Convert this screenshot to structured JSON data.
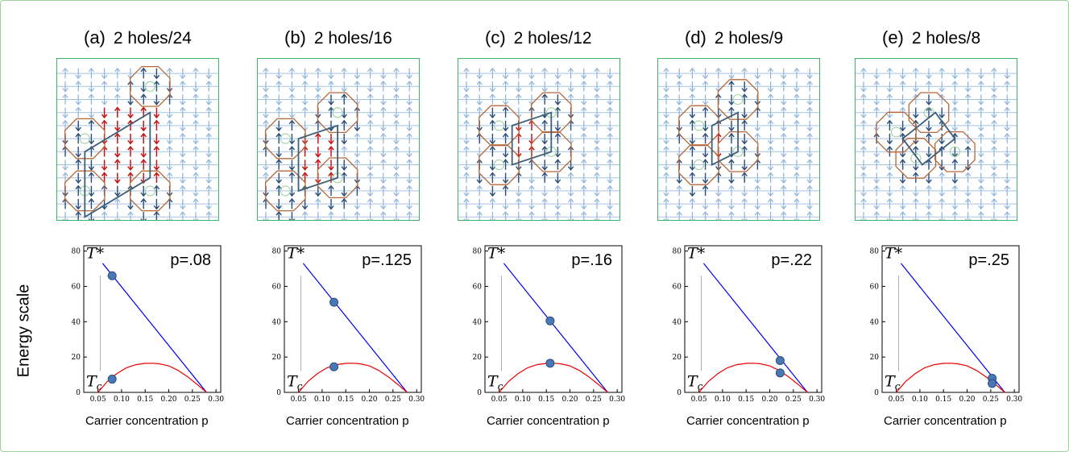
{
  "y_axis_label": "Energy scale",
  "panels": [
    {
      "letter": "(a)",
      "title": "2 holes/24",
      "p_label": "p=.08"
    },
    {
      "letter": "(b)",
      "title": "2 holes/16",
      "p_label": "p=.125"
    },
    {
      "letter": "(c)",
      "title": "2 holes/12",
      "p_label": "p=.16"
    },
    {
      "letter": "(d)",
      "title": "2 holes/9",
      "p_label": "p=.22"
    },
    {
      "letter": "(e)",
      "title": "2 holes/8",
      "p_label": "p=.25"
    }
  ],
  "lattices": [
    {
      "octagons": [
        [
          1.5,
          5.5
        ],
        [
          6.5,
          1.5
        ],
        [
          1.5,
          9.5
        ],
        [
          6.5,
          9.5
        ]
      ],
      "cell": [
        [
          1.5,
          6.5
        ],
        [
          6.5,
          3.5
        ],
        [
          6.5,
          8.5
        ],
        [
          1.5,
          11.5
        ]
      ],
      "red_x": [
        3,
        7
      ],
      "red_y": [
        3,
        8
      ],
      "blue_override": []
    },
    {
      "octagons": [
        [
          1.5,
          5.5
        ],
        [
          5.5,
          3.5
        ],
        [
          1.5,
          9.5
        ],
        [
          5.5,
          8.5
        ]
      ],
      "cell": [
        [
          2.5,
          5.5
        ],
        [
          5.5,
          4.5
        ],
        [
          5.5,
          8.5
        ],
        [
          2.5,
          9.5
        ]
      ],
      "red_x": [
        3,
        5
      ],
      "red_y": [
        5,
        8
      ],
      "blue_override": [
        [
          5,
          3
        ],
        [
          5,
          4
        ]
      ]
    },
    {
      "octagons": [
        [
          2.5,
          4.5
        ],
        [
          6.5,
          3.5
        ],
        [
          2.5,
          7.5
        ],
        [
          6.5,
          6.5
        ]
      ],
      "cell": [
        [
          3.5,
          4.5
        ],
        [
          6.5,
          3.5
        ],
        [
          6.5,
          6.5
        ],
        [
          3.5,
          7.5
        ]
      ],
      "red_x": [
        4,
        5
      ],
      "red_y": [
        4,
        6
      ],
      "blue_override": []
    },
    {
      "octagons": [
        [
          2.5,
          4.5
        ],
        [
          5.5,
          2.5
        ],
        [
          2.5,
          7.5
        ],
        [
          5.5,
          6.5
        ]
      ],
      "cell": [
        [
          3.5,
          4.5
        ],
        [
          5.5,
          3.5
        ],
        [
          5.5,
          6.5
        ],
        [
          3.5,
          7.5
        ]
      ],
      "red_x": [
        4,
        4
      ],
      "red_y": [
        5,
        6
      ],
      "blue_override": []
    },
    {
      "octagons": [
        [
          2.5,
          5
        ],
        [
          5,
          3.5
        ],
        [
          4,
          7
        ],
        [
          7,
          6.5
        ]
      ],
      "cell": [
        [
          3,
          5.5
        ],
        [
          5.5,
          3.5
        ],
        [
          7,
          5.5
        ],
        [
          4.5,
          7.5
        ]
      ],
      "red_x": [
        0,
        -1
      ],
      "red_y": [
        0,
        -1
      ],
      "blue_override": []
    }
  ],
  "colors": {
    "lattice_arrow": "#8fb3d9",
    "lattice_dark_arrow": "#2b4d7a",
    "lattice_red_arrow": "#c01818",
    "octagon": "#b5693a",
    "cell": "#3e6079",
    "ring": "#9ed29e",
    "t_star_line": "#0000ee",
    "tc_curve": "#ee0000",
    "marker": "#4a78b4"
  },
  "chart_data": [
    {
      "type": "line",
      "title": "p=.08",
      "xlabel": "Carrier concentration p",
      "ylabel": "Energy scale",
      "xticks": [
        "0.05",
        "0.10",
        "0.15",
        "0.20",
        "0.25",
        "0.30"
      ],
      "yticks": [
        "0",
        "20",
        "40",
        "60",
        "80"
      ],
      "xlim": [
        0.02,
        0.31
      ],
      "ylim": [
        0,
        83
      ],
      "series": [
        {
          "name": "T*",
          "x": [
            0.06,
            0.28
          ],
          "y": [
            73,
            0
          ]
        },
        {
          "name": "T_c",
          "x": [
            0.05,
            0.07,
            0.09,
            0.11,
            0.13,
            0.15,
            0.165,
            0.18,
            0.2,
            0.22,
            0.24,
            0.26,
            0.28
          ],
          "y": [
            0,
            6.2,
            10.6,
            13.9,
            15.7,
            16.4,
            16.5,
            16.2,
            15,
            12.4,
            8.8,
            4.5,
            0
          ]
        }
      ],
      "markers": [
        {
          "x": 0.08,
          "y": 66
        },
        {
          "x": 0.08,
          "y": 7.5
        }
      ],
      "annotations": [
        "T*",
        "T_c"
      ]
    },
    {
      "type": "line",
      "title": "p=.125",
      "xlabel": "Carrier concentration p",
      "ylabel": "",
      "xticks": [
        "0.05",
        "0.10",
        "0.15",
        "0.20",
        "0.25",
        "0.30"
      ],
      "yticks": [
        "0",
        "20",
        "40",
        "60",
        "80"
      ],
      "xlim": [
        0.02,
        0.31
      ],
      "ylim": [
        0,
        83
      ],
      "series": [
        {
          "name": "T*",
          "x": [
            0.06,
            0.28
          ],
          "y": [
            73,
            0
          ]
        },
        {
          "name": "T_c",
          "x": [
            0.05,
            0.07,
            0.09,
            0.11,
            0.13,
            0.15,
            0.165,
            0.18,
            0.2,
            0.22,
            0.24,
            0.26,
            0.28
          ],
          "y": [
            0,
            6.2,
            10.6,
            13.9,
            15.7,
            16.4,
            16.5,
            16.2,
            15,
            12.4,
            8.8,
            4.5,
            0
          ]
        }
      ],
      "markers": [
        {
          "x": 0.125,
          "y": 51
        },
        {
          "x": 0.125,
          "y": 14.5
        }
      ],
      "annotations": [
        "T*",
        "T_c"
      ]
    },
    {
      "type": "line",
      "title": "p=.16",
      "xlabel": "Carrier concentration p",
      "ylabel": "",
      "xticks": [
        "0.05",
        "0.10",
        "0.15",
        "0.20",
        "0.25",
        "0.30"
      ],
      "yticks": [
        "0",
        "20",
        "40",
        "60",
        "80"
      ],
      "xlim": [
        0.02,
        0.31
      ],
      "ylim": [
        0,
        83
      ],
      "series": [
        {
          "name": "T*",
          "x": [
            0.06,
            0.28
          ],
          "y": [
            73,
            0
          ]
        },
        {
          "name": "T_c",
          "x": [
            0.05,
            0.07,
            0.09,
            0.11,
            0.13,
            0.15,
            0.165,
            0.18,
            0.2,
            0.22,
            0.24,
            0.26,
            0.28
          ],
          "y": [
            0,
            6.2,
            10.6,
            13.9,
            15.7,
            16.4,
            16.5,
            16.2,
            15,
            12.4,
            8.8,
            4.5,
            0
          ]
        }
      ],
      "markers": [
        {
          "x": 0.158,
          "y": 40.5
        },
        {
          "x": 0.158,
          "y": 16.5
        }
      ],
      "annotations": [
        "T*",
        "T_c"
      ]
    },
    {
      "type": "line",
      "title": "p=.22",
      "xlabel": "Carrier concentration p",
      "ylabel": "",
      "xticks": [
        "0.05",
        "0.10",
        "0.15",
        "0.20",
        "0.25",
        "0.30"
      ],
      "yticks": [
        "0",
        "20",
        "40",
        "60",
        "80"
      ],
      "xlim": [
        0.02,
        0.31
      ],
      "ylim": [
        0,
        83
      ],
      "series": [
        {
          "name": "T*",
          "x": [
            0.06,
            0.28
          ],
          "y": [
            73,
            0
          ]
        },
        {
          "name": "T_c",
          "x": [
            0.05,
            0.07,
            0.09,
            0.11,
            0.13,
            0.15,
            0.165,
            0.18,
            0.2,
            0.22,
            0.24,
            0.26,
            0.28
          ],
          "y": [
            0,
            6.2,
            10.6,
            13.9,
            15.7,
            16.4,
            16.5,
            16.2,
            15,
            12.4,
            8.8,
            4.5,
            0
          ]
        }
      ],
      "markers": [
        {
          "x": 0.222,
          "y": 18
        },
        {
          "x": 0.222,
          "y": 11
        }
      ],
      "annotations": [
        "T*",
        "T_c"
      ]
    },
    {
      "type": "line",
      "title": "p=.25",
      "xlabel": "Carrier concentration p",
      "ylabel": "",
      "xticks": [
        "0.05",
        "0.10",
        "0.15",
        "0.20",
        "0.25",
        "0.30"
      ],
      "yticks": [
        "0",
        "20",
        "40",
        "60",
        "80"
      ],
      "xlim": [
        0.02,
        0.31
      ],
      "ylim": [
        0,
        83
      ],
      "series": [
        {
          "name": "T*",
          "x": [
            0.06,
            0.28
          ],
          "y": [
            73,
            0
          ]
        },
        {
          "name": "T_c",
          "x": [
            0.05,
            0.07,
            0.09,
            0.11,
            0.13,
            0.15,
            0.165,
            0.18,
            0.2,
            0.22,
            0.24,
            0.26,
            0.28
          ],
          "y": [
            0,
            6.2,
            10.6,
            13.9,
            15.7,
            16.4,
            16.5,
            16.2,
            15,
            12.4,
            8.8,
            4.5,
            0
          ]
        }
      ],
      "markers": [
        {
          "x": 0.253,
          "y": 8
        },
        {
          "x": 0.253,
          "y": 5
        }
      ],
      "annotations": [
        "T*",
        "T_c"
      ]
    }
  ]
}
